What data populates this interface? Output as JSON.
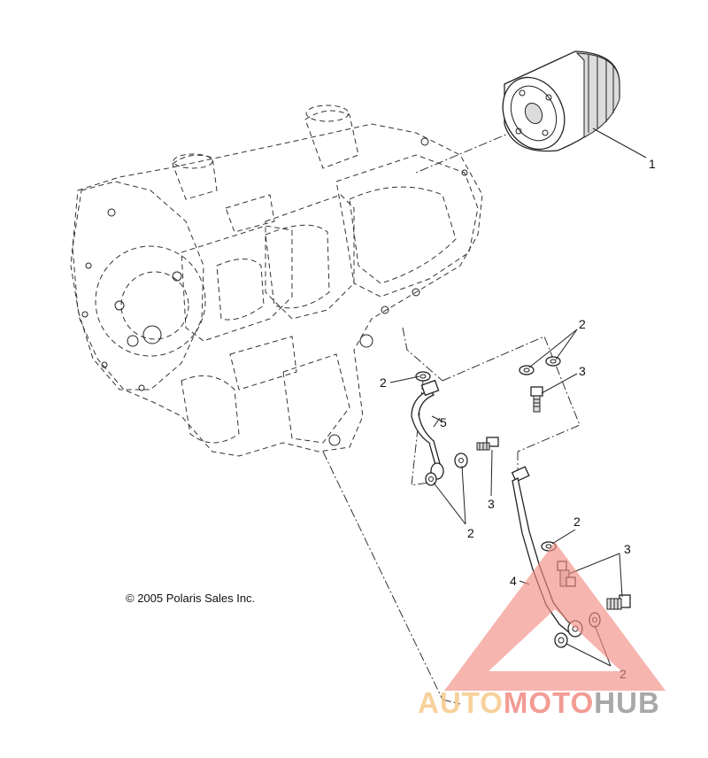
{
  "copyright": "© 2005 Polaris Sales Inc.",
  "callouts": {
    "c1": "1",
    "c2a": "2",
    "c2b": "2",
    "c3a": "3",
    "c5": "5",
    "c3b": "3",
    "c2c": "2",
    "c2d": "2",
    "c3c": "3",
    "c4": "4",
    "c2e": "2"
  },
  "watermark": {
    "part1": "AUTO",
    "part2": "MOTO",
    "part3": "HUB",
    "colors": {
      "auto": "#f6c98a",
      "moto": "#f28b82",
      "hub": "#9a9a9a",
      "triangle": "#f28b82"
    }
  }
}
